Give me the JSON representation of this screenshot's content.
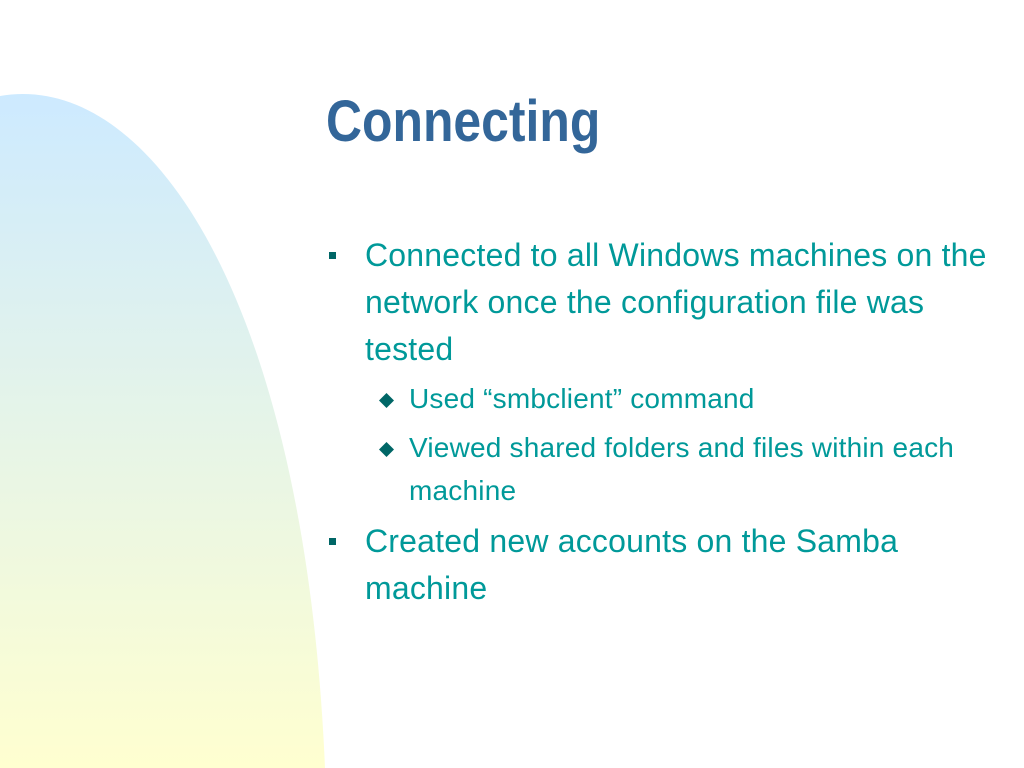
{
  "slide": {
    "title": "Connecting",
    "colors": {
      "title": "#336699",
      "body_text": "#009999",
      "level1_bullet": "#006666",
      "level2_bullet": "#006666",
      "decor_gradient_top": "#cdeaff",
      "decor_gradient_bottom": "#ffffd0"
    },
    "bullets": [
      {
        "text": "Connected to all Windows machines on the network once the configuration file was tested",
        "bullet_icon": "square-bullet-icon",
        "sub_bullets": [
          {
            "text": "Used “smbclient” command",
            "bullet_icon": "diamond-bullet-icon"
          },
          {
            "text": " Viewed shared folders and files within each machine",
            "bullet_icon": "diamond-bullet-icon"
          }
        ]
      },
      {
        "text": "Created new accounts on the Samba machine",
        "bullet_icon": "square-bullet-icon",
        "sub_bullets": []
      }
    ]
  }
}
